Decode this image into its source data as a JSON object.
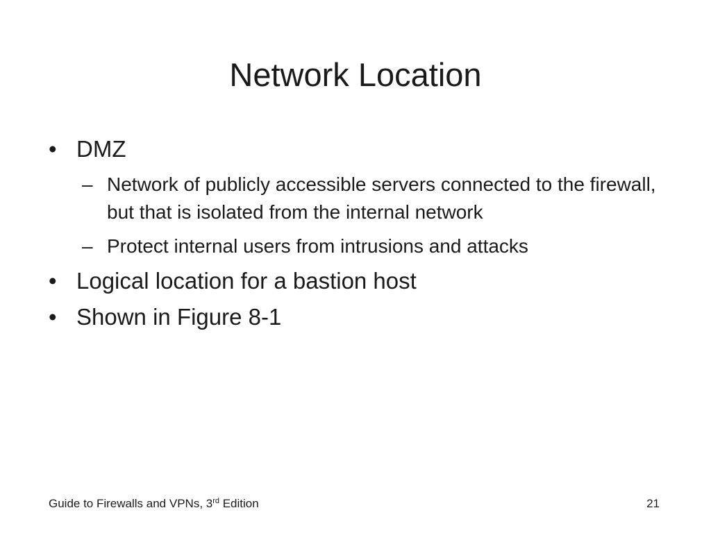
{
  "slide": {
    "title": "Network Location",
    "bullets": [
      {
        "text": "DMZ",
        "subitems": [
          "Network of publicly accessible servers connected to the firewall, but that is isolated from the internal network",
          "Protect internal users from intrusions and attacks"
        ]
      },
      {
        "text": "Logical location for a bastion host"
      },
      {
        "text": "Shown in Figure 8-1"
      }
    ],
    "bullet_symbol": "•",
    "dash_symbol": "–"
  },
  "footer": {
    "book_title_prefix": "Guide to Firewalls and VPNs, 3",
    "book_title_sup": "rd",
    "book_title_suffix": " Edition",
    "page_number": "21"
  }
}
